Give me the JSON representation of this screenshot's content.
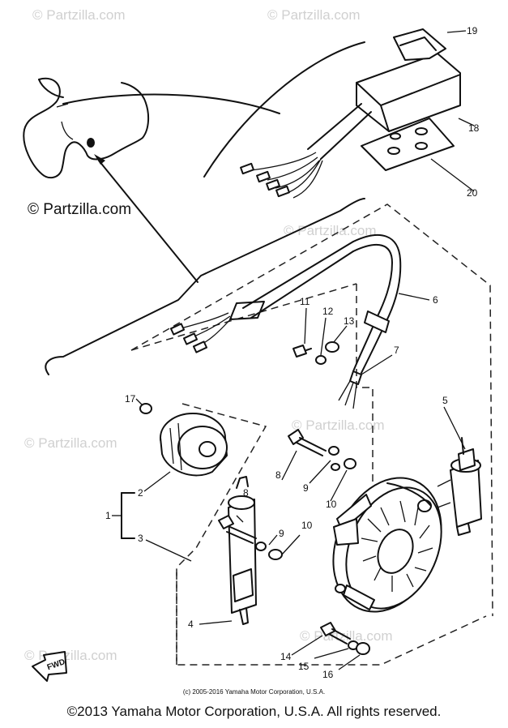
{
  "watermark": "© Partzilla.com",
  "site_watermark": "© Partzilla.com",
  "copyright_small": "(c) 2005-2016 Yamaha Motor Corporation, U.S.A.",
  "copyright_main": "©2013 Yamaha Motor Corporation, U.S.A. All rights reserved.",
  "fwd_label": "FWD",
  "part_labels": {
    "p1": "1",
    "p2": "2",
    "p3": "3",
    "p4": "4",
    "p5": "5",
    "p6": "6",
    "p7": "7",
    "p8a": "8",
    "p8b": "8",
    "p9a": "9",
    "p9b": "9",
    "p10a": "10",
    "p10b": "10",
    "p11": "11",
    "p12": "12",
    "p13": "13",
    "p14": "14",
    "p15": "15",
    "p16": "16",
    "p17": "17",
    "p18": "18",
    "p19": "19",
    "p20": "20"
  }
}
